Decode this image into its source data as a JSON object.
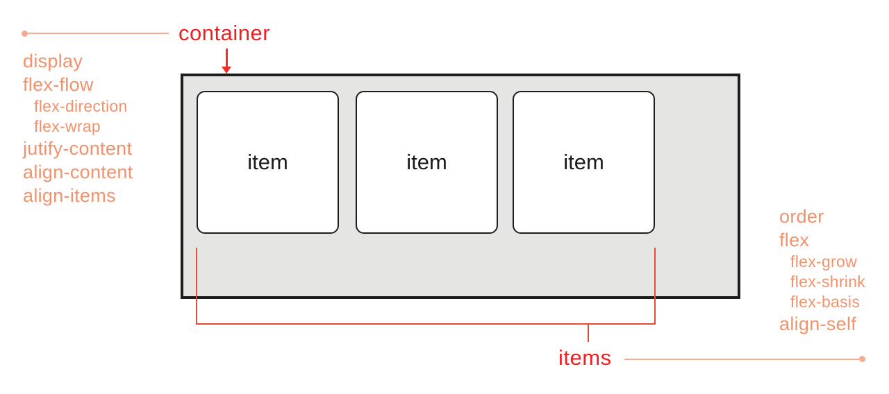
{
  "diagram": {
    "container_label": "container",
    "items_label": "items",
    "item_boxes": [
      "item",
      "item",
      "item"
    ],
    "container_properties": [
      {
        "label": "display",
        "indent": false
      },
      {
        "label": "flex-flow",
        "indent": false
      },
      {
        "label": "flex-direction",
        "indent": true
      },
      {
        "label": "flex-wrap",
        "indent": true
      },
      {
        "label": "jutify-content",
        "indent": false
      },
      {
        "label": "align-content",
        "indent": false
      },
      {
        "label": "align-items",
        "indent": false
      }
    ],
    "item_properties": [
      {
        "label": "order",
        "indent": false
      },
      {
        "label": "flex",
        "indent": false
      },
      {
        "label": "flex-grow",
        "indent": true
      },
      {
        "label": "flex-shrink",
        "indent": true
      },
      {
        "label": "flex-basis",
        "indent": true
      },
      {
        "label": "align-self",
        "indent": false
      }
    ],
    "colors": {
      "label_red": "#ed2124",
      "arrow_red": "#ed2d26",
      "bracket_red": "#ea4a31",
      "property_salmon": "#f2926c",
      "leader_line": "#f5ab92",
      "container_border": "#1d1d1b",
      "container_fill": "#e5e5e4",
      "item_fill": "#ffffff",
      "item_text": "#1a1a1a"
    }
  }
}
